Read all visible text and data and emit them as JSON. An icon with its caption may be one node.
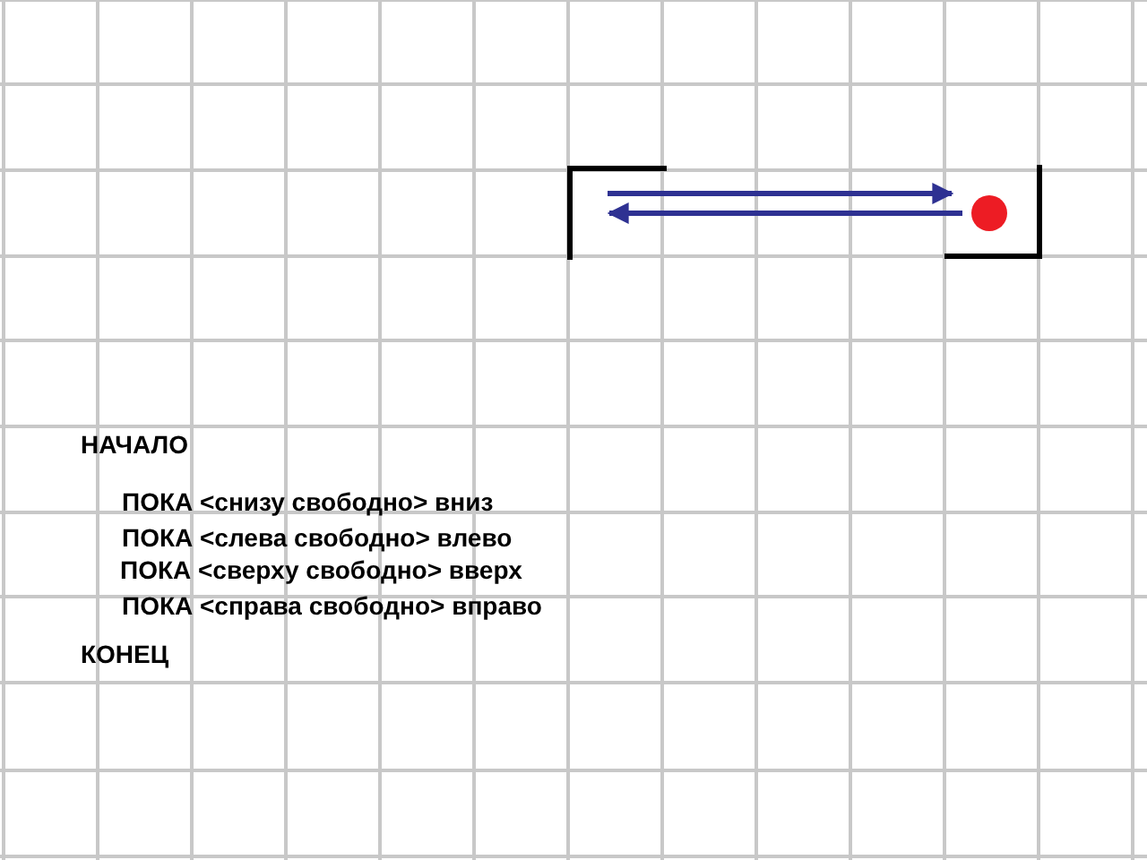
{
  "diagram": {
    "labels": [
      "НАЧАЛО",
      "ПОКА <снизу свободно> вниз",
      "ПОКА <слева свободно> влево",
      "ПОКА <сверху свободно> вверх",
      "ПОКА <справа свободно> вправо",
      "КОНЕЦ"
    ]
  }
}
